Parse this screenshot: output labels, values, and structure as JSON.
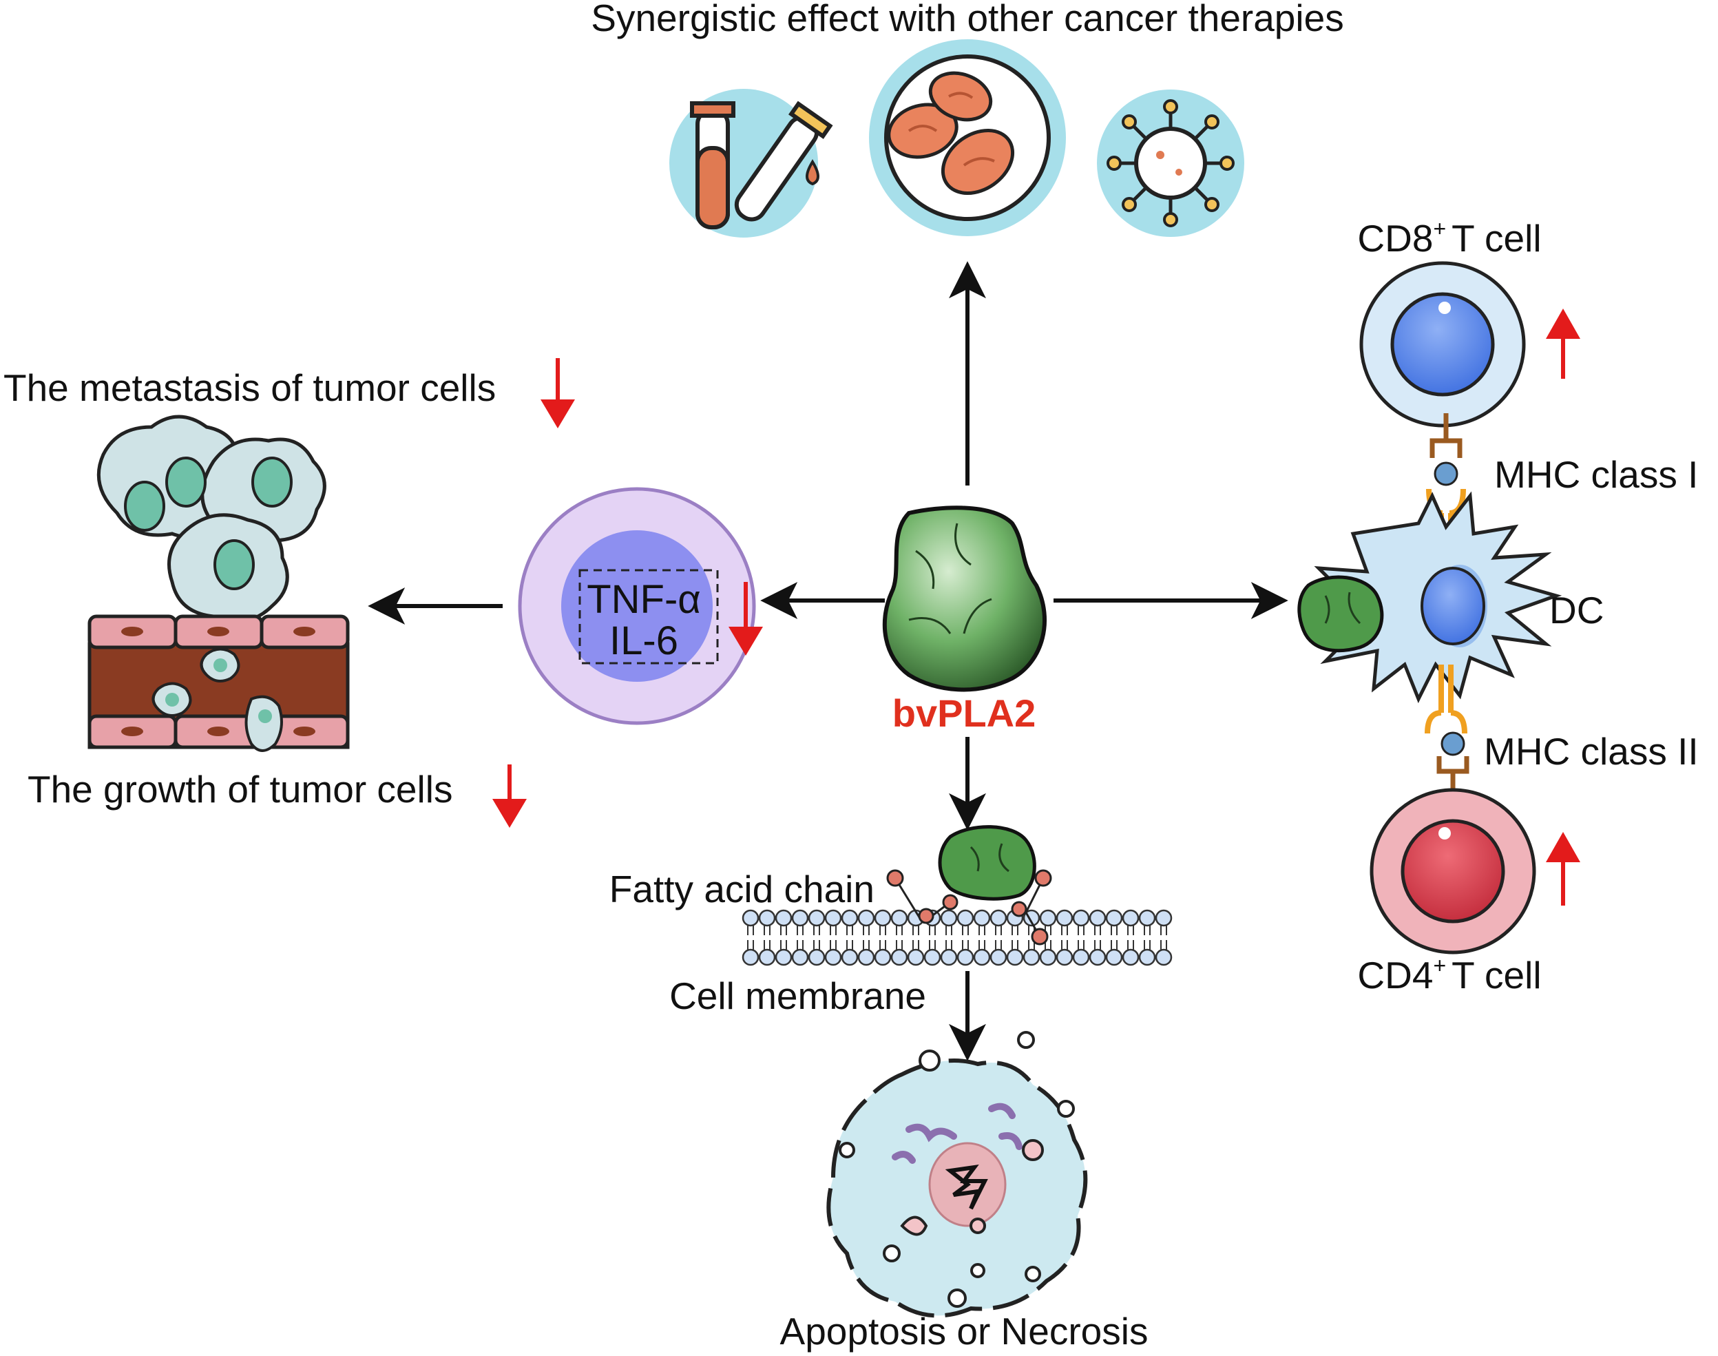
{
  "top": {
    "label": "Synergistic effect with other cancer therapies"
  },
  "center": {
    "label": "bvPLA2",
    "color": "#e0301e"
  },
  "cytokines": {
    "line1": "TNF-α",
    "line2": "IL-6"
  },
  "left": {
    "metastasis": "The metastasis of tumor cells",
    "growth": "The growth of tumor cells"
  },
  "bottom": {
    "fatty_acid": "Fatty acid chain",
    "membrane": "Cell membrane",
    "outcome": "Apoptosis or Necrosis"
  },
  "right": {
    "cd8_prefix": "CD8",
    "cd8_suffix": "T cell",
    "cd4_prefix": "CD4",
    "cd4_suffix": "T cell",
    "plus": "+",
    "mhc1": "MHC class I",
    "mhc2": "MHC class II",
    "dc": "DC"
  },
  "colors": {
    "arrow": "#111111",
    "down_up_arrow": "#e31b1b",
    "protein": "#4f9a4a",
    "membrane_head": "#cfe0f5",
    "cd8_nucleus": "#5b86e8",
    "cd4_nucleus": "#d93a4a",
    "mhc": "#f0a020"
  }
}
